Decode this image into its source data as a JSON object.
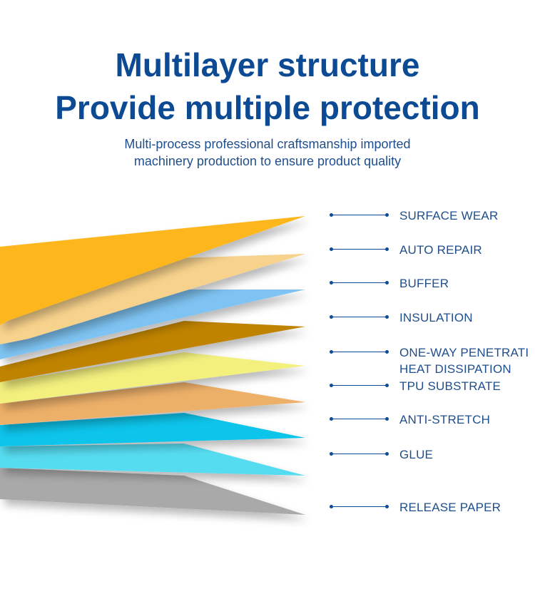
{
  "header": {
    "title_line1": "Multilayer structure",
    "title_line2": "Provide multiple protection",
    "subtitle_line1": "Multi-process professional craftsmanship imported",
    "subtitle_line2": "machinery production to ensure product quality"
  },
  "layers": [
    {
      "label": "SURFACE WEAR",
      "color": "#fdb71f"
    },
    {
      "label": "AUTO REPAIR",
      "color": "#f7d28c"
    },
    {
      "label": "BUFFER",
      "color": "#7ec3f2"
    },
    {
      "label": "INSULATION",
      "color": "#bf8300"
    },
    {
      "label": "ONE-WAY PENETRATI",
      "label2": "HEAT DISSIPATION",
      "color": "#f3f07e"
    },
    {
      "label": "TPU SUBSTRATE",
      "color": "#edb069"
    },
    {
      "label": "ANTI-STRETCH",
      "color": "#0cc4ea"
    },
    {
      "label": "GLUE",
      "color": "#57dcf0"
    },
    {
      "label": "RELEASE PAPER",
      "color": "#a9a9a9"
    }
  ],
  "colors": {
    "title": "#0d4a94",
    "text": "#1f4e8c",
    "line": "#0d4a94"
  }
}
